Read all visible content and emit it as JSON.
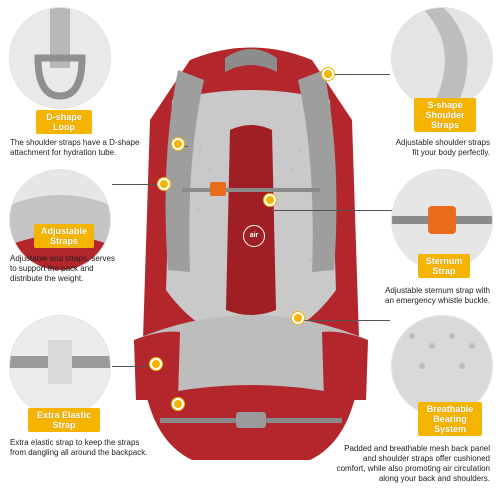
{
  "features": {
    "dshape": {
      "label": "D-shape\nLoop",
      "caption": "The shoulder straps have a D-shape\nattachment for hydration tube."
    },
    "sshape": {
      "label": "S-shape\nShoulder\nStraps",
      "caption": "Adjustable shoulder straps\nfit your body perfectly."
    },
    "adjustable": {
      "label": "Adjustable\nStraps",
      "caption": "Adjustable and straps, serves\nto support the pack and\ndistribute the weight."
    },
    "sternum": {
      "label": "Sternum\nStrap",
      "caption": "Adjustable sternum strap with\nan emergency whistle buckle."
    },
    "elastic": {
      "label": "Extra Elastic\nStrap",
      "caption": "Extra elastic strap to keep the straps\nfrom dangling all around the backpack."
    },
    "breathable": {
      "label": "Breathable\nBearing\nSystem",
      "caption": "Padded and breathable mesh back panel\nand shoulder straps offer cushioned\ncomfort, while also promoting air circulation\nalong your back and shoulders."
    }
  },
  "air_badge": "air",
  "colors": {
    "accent": "#f5b400",
    "pack_red": "#b3262b",
    "mesh_grey": "#c9c9c9",
    "buckle_orange": "#e96b1c"
  }
}
